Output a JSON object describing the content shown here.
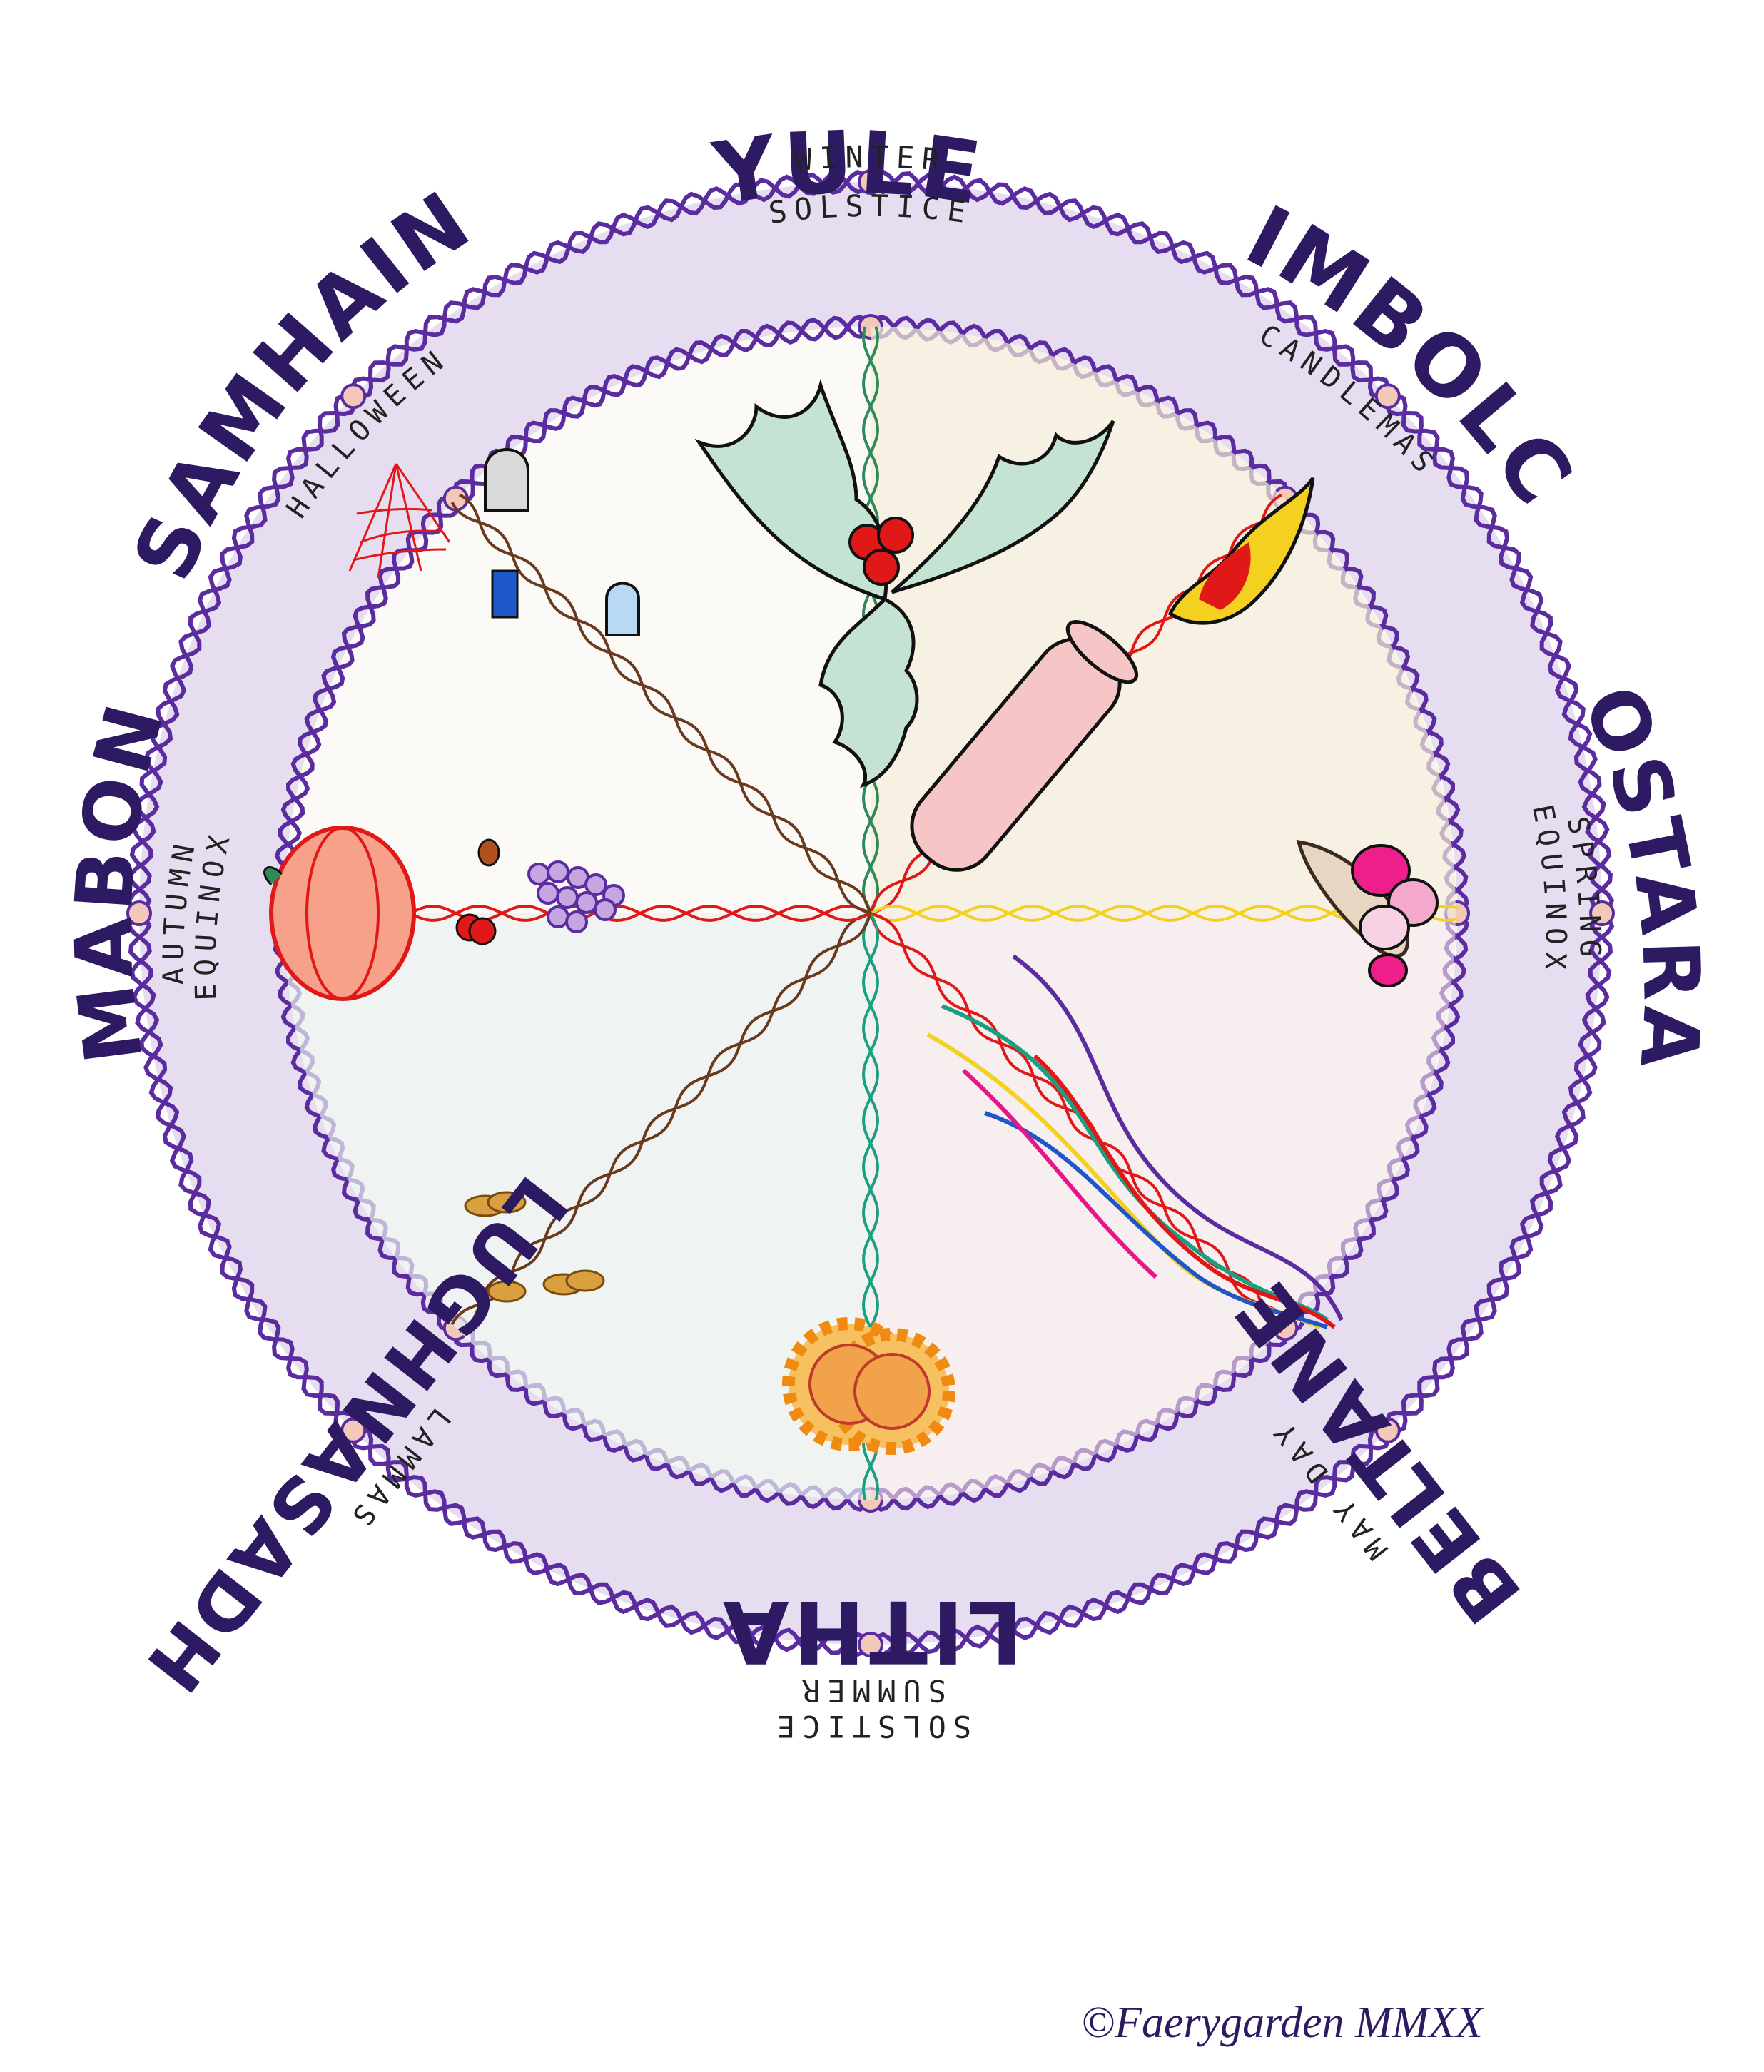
{
  "festivals": [
    {
      "id": "yule",
      "name": "YULE",
      "subtitle_lines": [
        "WINTER",
        "SOLSTICE"
      ]
    },
    {
      "id": "imbolc",
      "name": "IMBOLC",
      "subtitle_lines": [
        "CANDLEMAS"
      ]
    },
    {
      "id": "ostara",
      "name": "OSTARA",
      "subtitle_lines": [
        "SPRING",
        "EQUINOX"
      ]
    },
    {
      "id": "beltane",
      "name": "BELTANE",
      "subtitle_lines": [
        "MAY DAY"
      ]
    },
    {
      "id": "litha",
      "name": "LITHA",
      "subtitle_lines": [
        "SUMMER",
        "SOLSTICE"
      ]
    },
    {
      "id": "lughnasadh",
      "name": "LUGHNASADH",
      "subtitle_lines": [
        "LAMMAS"
      ]
    },
    {
      "id": "mabon",
      "name": "MABON",
      "subtitle_lines": [
        "AUTUMN",
        "EQUINOX"
      ]
    },
    {
      "id": "samhain",
      "name": "SAMHAIN",
      "subtitle_lines": [
        "HALLOWEEN"
      ]
    }
  ],
  "copyright": "©Faerygarden MMXX",
  "colors": {
    "ring_fill": "#e6def0",
    "ring_braid": "#5a2ca0",
    "label_ink": "#2e1a63",
    "holly_leaf": "#bfe0cf",
    "holly_berry": "#e01818",
    "candle": "#f6c6c6",
    "flame": "#f4d020",
    "pumpkin": "#ef6a4a",
    "grapes": "#6a2ca8",
    "wheat": "#d9a040",
    "sunflower": "#f08a10",
    "eggs": "#ee1f8a"
  },
  "icons": [
    "holly-icon",
    "candle-icon",
    "egg-basket-icon",
    "ribbons-icon",
    "sunflower-icon",
    "wheat-icon",
    "pumpkin-icon",
    "grapes-icon",
    "spiderweb-icon",
    "gravestone-icon",
    "cauldron-icon"
  ]
}
